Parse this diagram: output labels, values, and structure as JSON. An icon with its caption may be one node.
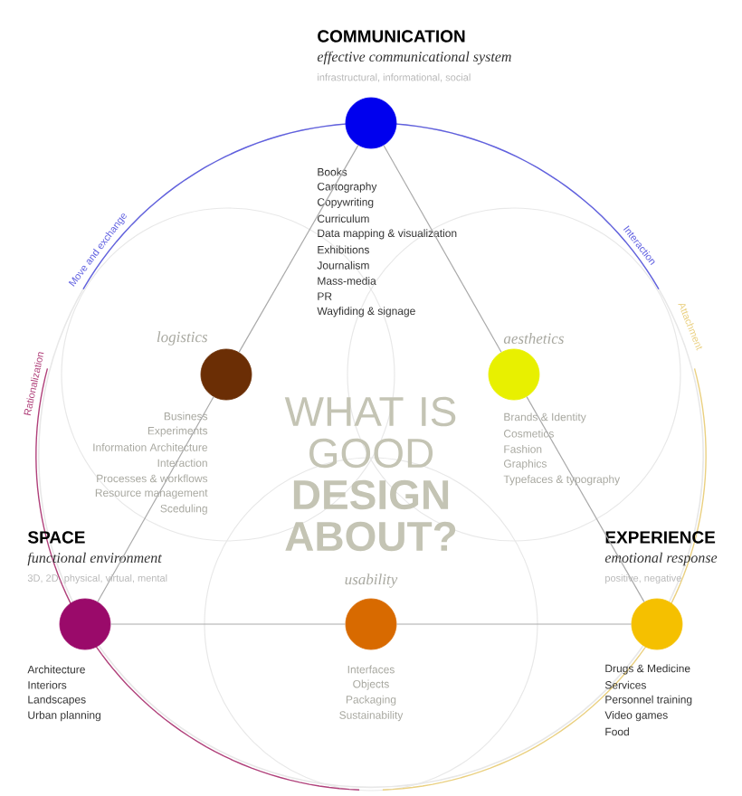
{
  "diagram": {
    "nodes": [
      {
        "text": [
          "COMMUNICATION",
          "effective communicational system",
          "infrastructural, informational, social"
        ],
        "beside": [
          "Books",
          "Cartography",
          "Copywriting",
          "Curriculum",
          "Data mapping & visualization",
          "Exhibitions",
          "Journalism",
          "Mass-media",
          "PR",
          "Wayfiding & signage"
        ]
      },
      {
        "text": [
          "logistics"
        ],
        "beside": [
          "Business",
          "Experiments",
          "Information Architecture",
          "Interaction",
          "Processes & workflows",
          "Resource management",
          "Sceduling"
        ]
      },
      {
        "text": [
          "aesthetics"
        ],
        "beside": [
          "Brands & Identity",
          "Cosmetics",
          "Fashion",
          "Graphics",
          "Typefaces & typography"
        ]
      },
      {
        "text": [
          "SPACE",
          "functional environment",
          "3D, 2D, physical, virtual, mental"
        ],
        "beside": [
          "Architecture",
          "Interiors",
          "Landscapes",
          "Urban planning"
        ]
      },
      {
        "text": [
          "usability"
        ],
        "beside": [
          "Interfaces",
          "Objects",
          "Packaging",
          "Sustainability"
        ]
      },
      {
        "text": [
          "EXPERIENCE",
          "emotional response",
          "positive, negative"
        ],
        "beside": [
          "Drugs & Medicine",
          "Services",
          "Personnel training",
          "Video games",
          "Food"
        ]
      }
    ],
    "edges": [
      {
        "from": 0,
        "to": 1,
        "arrow": "none"
      },
      {
        "from": 1,
        "to": 3,
        "arrow": "none"
      },
      {
        "from": 0,
        "to": 2,
        "arrow": "none"
      },
      {
        "from": 2,
        "to": 5,
        "arrow": "none"
      },
      {
        "from": 3,
        "to": 4,
        "arrow": "none"
      },
      {
        "from": 4,
        "to": 5,
        "arrow": "none"
      }
    ],
    "labels": [
      "Move and exchange",
      "Interaction",
      "Attachment",
      "Rationalization",
      "WHAT IS GOOD **DESIGN ABOUT?**"
    ]
  }
}
